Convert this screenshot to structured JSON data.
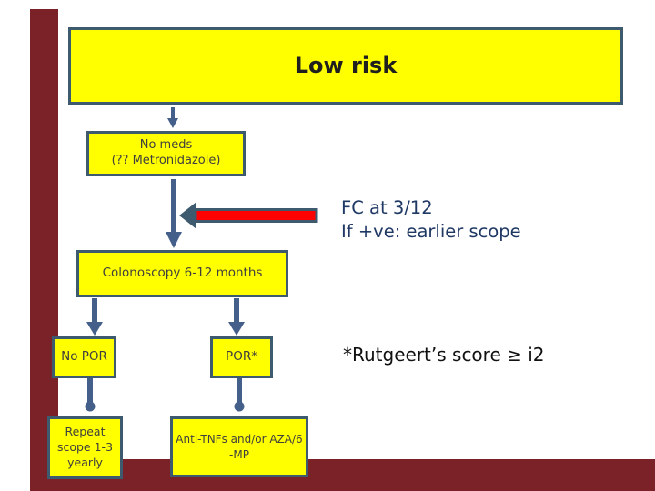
{
  "slide": {
    "title": "Low risk"
  },
  "flowchart": {
    "no_meds": "No meds\n(?? Metronidazole)",
    "colonoscopy": "Colonoscopy 6-12 months",
    "no_por": "No POR",
    "por": "POR*",
    "repeat_scope": "Repeat\nscope 1-3\nyearly",
    "anti_tnf": "Anti-TNFs and/or AZA/6\n-MP"
  },
  "annotations": {
    "fc_note": "FC at 3/12\nIf +ve: earlier scope",
    "rutgeerts_note": "*Rutgeert’s score ≥ i2"
  },
  "colors": {
    "node_fill": "#FFFF00",
    "node_border": "#3D5A6E",
    "connector": "#44608A",
    "red_arrow_fill": "#FF0000",
    "frame_maroon": "#7B2128",
    "fc_note_text": "#1F3864",
    "rutgeerts_text": "#111111"
  }
}
